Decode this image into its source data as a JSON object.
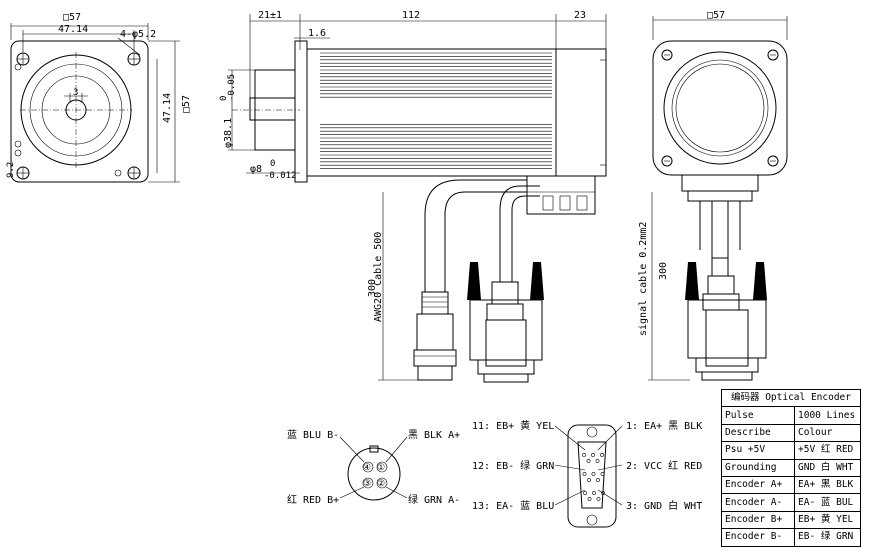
{
  "front_view": {
    "outer_size": "57",
    "hole_spacing_h": "47.14",
    "hole_spacing_v": "47.14",
    "outer_size_v": "57",
    "holes": "4-φ5.2",
    "key_width": "3",
    "edge_dim": "9.2"
  },
  "side_view": {
    "flange_len": "21±1",
    "body_len": "112",
    "encoder_len": "23",
    "flange_thk": "1.6",
    "boss_dia": "φ38.1",
    "boss_tol_hi": "0",
    "boss_tol_lo": "-0.05",
    "shaft_dia": "φ8",
    "shaft_tol_hi": "0",
    "shaft_tol_lo": "-0.012",
    "cable_len": "300",
    "cable_note": "AWG20 Cable 500"
  },
  "rear_view": {
    "outer_size": "57",
    "cable_note": "signal cable 0.2mm2",
    "cable_len": "300"
  },
  "motor_connector": {
    "pin4": "④",
    "pin1": "①",
    "pin3": "③",
    "pin2": "②",
    "label_b_minus": "蓝 BLU B-",
    "label_a_plus": "黑 BLK A+",
    "label_b_plus": "红 RED B+",
    "label_a_minus": "绿 GRN A-"
  },
  "db15": {
    "left_labels": [
      "11: EB+ 黄 YEL",
      "12: EB- 绿 GRN",
      "13: EA- 蓝 BLU"
    ],
    "right_labels": [
      "1: EA+ 黑 BLK",
      "2: VCC 红 RED",
      "3: GND 白 WHT"
    ]
  },
  "encoder_table": {
    "title": "编码器 Optical Encoder",
    "rows": [
      [
        "Pulse",
        "1000 Lines"
      ],
      [
        "Describe",
        "Colour"
      ],
      [
        "Psu +5V",
        "+5V 红 RED"
      ],
      [
        "Grounding",
        "GND 白 WHT"
      ],
      [
        "Encoder A+",
        "EA+ 黑 BLK"
      ],
      [
        "Encoder A-",
        "EA- 蓝 BUL"
      ],
      [
        "Encoder B+",
        "EB+ 黄 YEL"
      ],
      [
        "Encoder B-",
        "EB- 绿 GRN"
      ]
    ]
  }
}
